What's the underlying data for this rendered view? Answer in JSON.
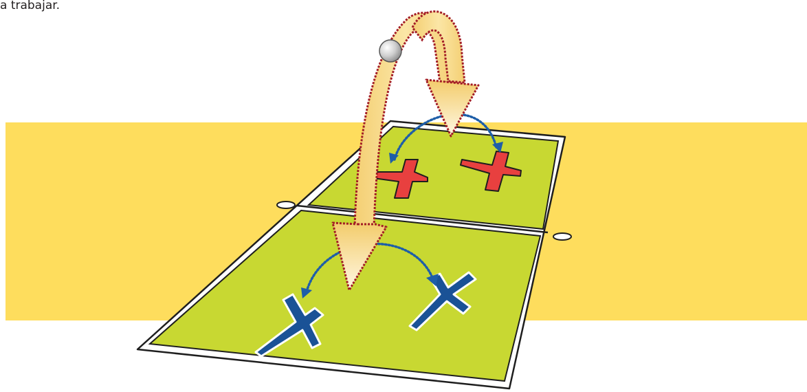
{
  "caption": {
    "text": "a trabajar."
  },
  "colors": {
    "background_band": "#fedd5d",
    "court_fill": "#c8d832",
    "court_line": "#1e1e1e",
    "red_player": "#e8403f",
    "blue_player": "#1a5296",
    "arrow_fill": "#f7d889",
    "arrow_outline": "#a31d26",
    "rotation_arrow": "#1e5ea8",
    "ball": "#c9c9c9"
  },
  "players": {
    "team_top": {
      "color_name": "red",
      "count": 2
    },
    "team_bottom": {
      "color_name": "blue",
      "count": 2
    }
  },
  "icons": {
    "ball": "ball-icon",
    "player_marker": "cross-marker-icon"
  }
}
